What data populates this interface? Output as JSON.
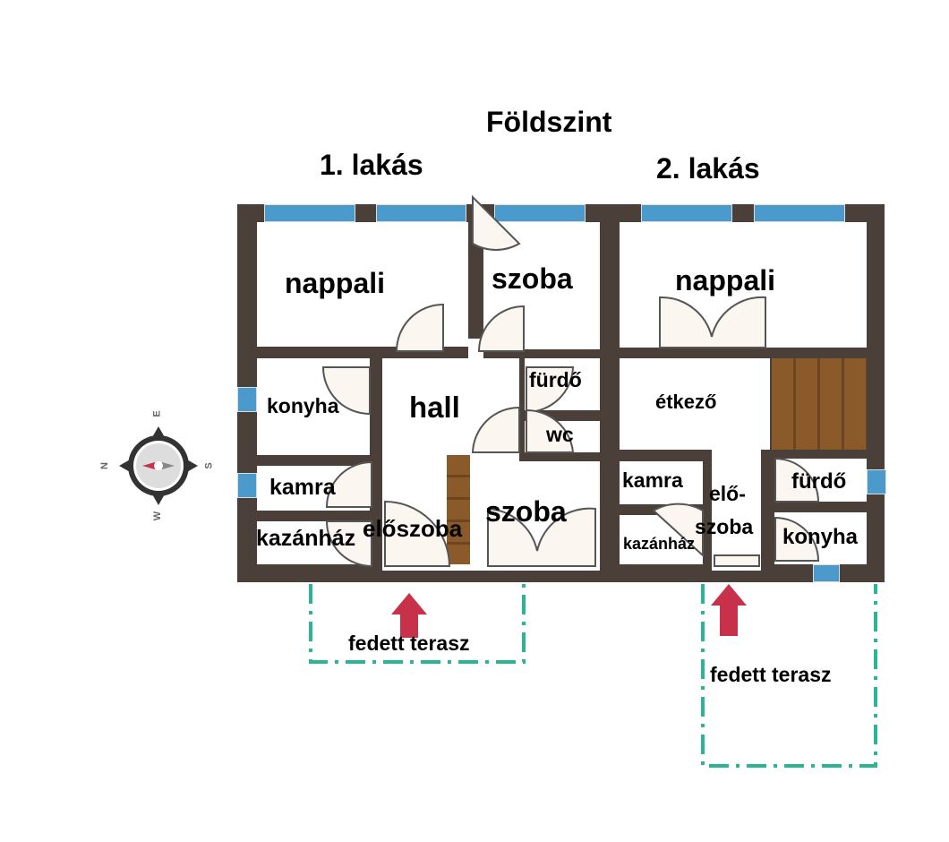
{
  "title": "Földszint",
  "apartments": [
    {
      "label": "1. lakás",
      "rooms": {
        "nappali": "nappali",
        "szoba_top": "szoba",
        "konyha": "konyha",
        "hall": "hall",
        "furdo": "fürdő",
        "wc": "wc",
        "kamra": "kamra",
        "kazanhaz": "kazánház",
        "eloszoba": "előszoba",
        "szoba_bottom": "szoba"
      },
      "terrace": "fedett terasz"
    },
    {
      "label": "2. lakás",
      "rooms": {
        "nappali": "nappali",
        "etkezo": "étkező",
        "kamra": "kamra",
        "eloszoba_1": "elő-",
        "eloszoba_2": "szoba",
        "kazanhaz": "kazánház",
        "furdo": "fürdő",
        "konyha": "konyha"
      },
      "terrace": "fedett terasz"
    }
  ],
  "compass": {
    "n": "N",
    "e": "E",
    "s": "S",
    "w": "W"
  },
  "colors": {
    "wall": "#4b3f3a",
    "window": "#4a9acb",
    "terrace": "#2bb594",
    "arrow": "#c8314a",
    "stairs": "#8a5a2b"
  }
}
